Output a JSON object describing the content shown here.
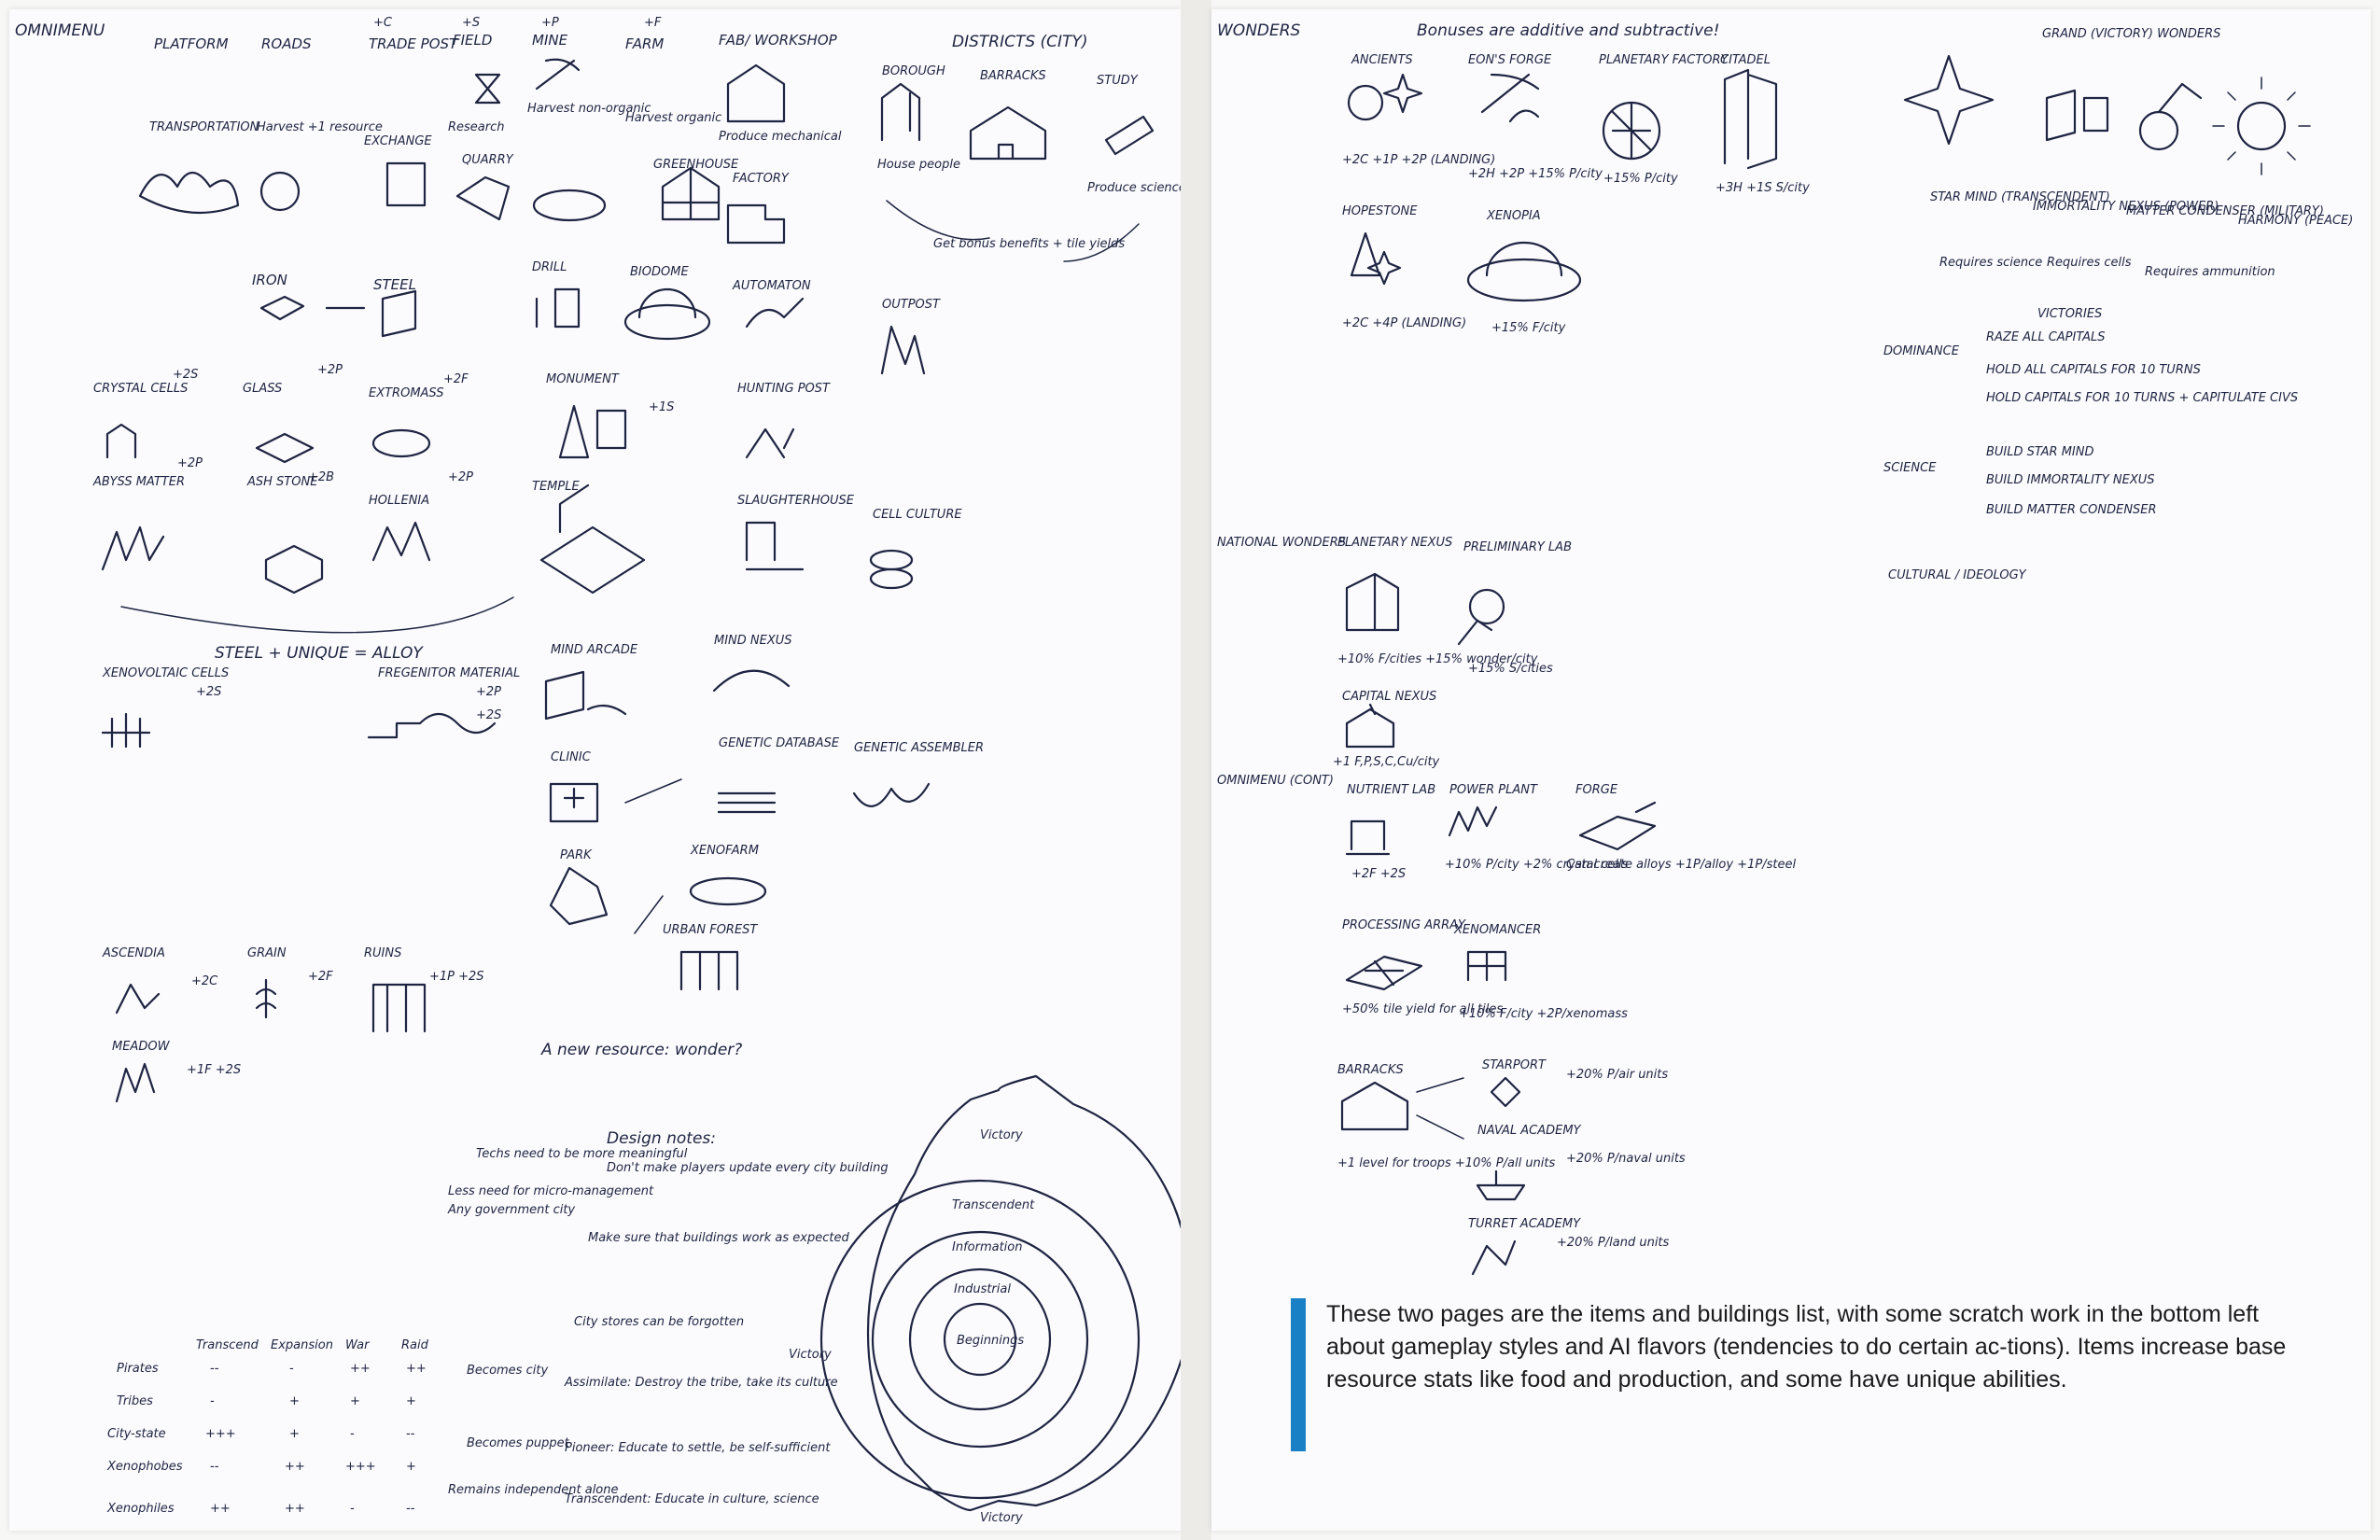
{
  "caption": {
    "text": "These two pages are the items and buildings list, with some scratch work in the bottom left about gameplay styles and AI flavors (tendencies to do certain ac-tions). Items increase base resource stats like food and production, and some have unique abilities.",
    "accent_color": "#1a80c6"
  },
  "left_page": {
    "omnimenu_title": "OMNIMENU",
    "top_row": [
      "PLATFORM",
      "ROADS",
      "TRADE POST",
      "FIELD",
      "MINE",
      "FARM",
      "FAB/ WORKSHOP"
    ],
    "top_row_bonuses": [
      "",
      "",
      "+C",
      "+S",
      "+P",
      "+F",
      ""
    ],
    "top_notes": [
      "TRANSPORTATION",
      "Harvest +1 resource",
      "EXCHANGE",
      "Research",
      "Harvest non-organic",
      "Harvest organic",
      "Produce mechanical"
    ],
    "second_row": [
      "QUARRY",
      "GREENHOUSE",
      "FACTORY"
    ],
    "iron_chain": [
      "IRON",
      "STEEL",
      "DRILL",
      "BIODOME",
      "AUTOMATON"
    ],
    "districts_title": "DISTRICTS (CITY)",
    "districts": [
      "BOROUGH",
      "BARRACKS",
      "STUDY"
    ],
    "district_notes": [
      "House people",
      "Produce science",
      "Get bonus benefits + tile yields"
    ],
    "outpost": "OUTPOST",
    "materials": [
      "CRYSTAL CELLS",
      "GLASS",
      "EXTROMASS",
      "MONUMENT",
      "ABYSS MATTER",
      "ASH STONE",
      "HOLLENIA",
      "TEMPLE",
      "SLAUGHTERHOUSE",
      "CELL CULTURE",
      "HUNTING POST"
    ],
    "material_bonuses": [
      "+2S",
      "+2P",
      "+2F",
      "+1S",
      "+2P",
      "+2B",
      "+2P"
    ],
    "alloy_title": "STEEL + UNIQUE = ALLOY",
    "alloys": [
      "XENOVOLTAIC CELLS",
      "FREGENITOR MATERIAL",
      "MIND ARCADE",
      "MIND NEXUS",
      "CLINIC",
      "GENETIC DATABASE",
      "GENETIC ASSEMBLER",
      "PARK",
      "XENOFARM",
      "URBAN FOREST"
    ],
    "alloy_bonuses": [
      "+2S",
      "+2P",
      "+2S"
    ],
    "plants": [
      "ASCENDIA",
      "GRAIN",
      "RUINS",
      "MEADOW"
    ],
    "plant_bonuses": [
      "+2C",
      "+2F",
      "+1P +2S",
      "+1F +2S"
    ],
    "new_resource": "A new resource: wonder?",
    "design_notes_title": "Design notes:",
    "design_notes": [
      "Techs need to be more meaningful",
      "Don't make players update every city building",
      "Less need for micro-management",
      "Any government city",
      "Make sure that buildings work as expected",
      "City stores can be forgotten",
      "Assimilate: Destroy the tribe, take its culture",
      "Pioneer: Educate to settle, be self-sufficient",
      "Transcendent: Educate in culture, science"
    ],
    "ai_table_headers": [
      "",
      "Transcend",
      "Expansion",
      "War",
      "Raid"
    ],
    "ai_table_rows": [
      [
        "Pirates",
        "--",
        "-",
        "++",
        "++"
      ],
      [
        "Tribes",
        "-",
        "+",
        "+",
        "+"
      ],
      [
        "City-state",
        "+++",
        "+",
        "-",
        "--"
      ],
      [
        "Xenophobes",
        "--",
        "++",
        "+++",
        "+"
      ],
      [
        "Xenophiles",
        "++",
        "++",
        "-",
        "--"
      ]
    ],
    "ai_table_notes": [
      "Becomes city",
      "Becomes puppet",
      "Remains independent alone"
    ],
    "circle_labels": [
      "Victory",
      "Transcendent",
      "Information",
      "Industrial",
      "Beginnings",
      "Victory",
      "Victory"
    ]
  },
  "right_page": {
    "wonders_title": "WONDERS",
    "bonus_note": "Bonuses are additive and subtractive!",
    "wonders": [
      "ANCIENTS",
      "EON'S FORGE",
      "PLANETARY FACTORY",
      "CITADEL",
      "HOPESTONE",
      "XENOPIA"
    ],
    "wonder_bonuses": [
      "+2C +1P +2P (LANDING)",
      "+2H +2P +15% P/city",
      "+15% P/city",
      "+3H +1S S/city",
      "+2C +4P (LANDING)",
      "+15% F/city"
    ],
    "grand_title": "GRAND (VICTORY) WONDERS",
    "grand_wonders": [
      "STAR MIND (TRANSCENDENT)",
      "IMMORTALITY NEXUS (POWER)",
      "MATTER CONDENSER (MILITARY)",
      "HARMONY (PEACE)"
    ],
    "grand_notes": [
      "Requires science",
      "Requires cells",
      "Requires ammunition"
    ],
    "victories_title": "VICTORIES",
    "dominance_label": "DOMINANCE",
    "dominance": [
      "RAZE ALL CAPITALS",
      "HOLD ALL CAPITALS FOR 10 TURNS",
      "HOLD CAPITALS FOR 10 TURNS + CAPITULATE CIVS"
    ],
    "science_label": "SCIENCE",
    "science": [
      "BUILD STAR MIND",
      "BUILD IMMORTALITY NEXUS",
      "BUILD MATTER CONDENSER"
    ],
    "cultural_label": "CULTURAL / IDEOLOGY",
    "national_title": "NATIONAL WONDERS",
    "national": [
      "PLANETARY NEXUS",
      "PRELIMINARY LAB",
      "CAPITAL NEXUS"
    ],
    "national_bonuses": [
      "+10% F/cities +15% wonder/city",
      "+15% S/cities",
      "+1 F,P,S,C,Cu/city"
    ],
    "omnimenu_cont": "OMNIMENU (CONT)",
    "buildings": [
      "NUTRIENT LAB",
      "POWER PLANT",
      "FORGE",
      "PROCESSING ARRAY",
      "XENOMANCER",
      "BARRACKS",
      "STARPORT",
      "NAVAL ACADEMY",
      "TURRET ACADEMY"
    ],
    "building_bonuses": [
      "+2F +2S",
      "+10% P/city +2% crystal cells",
      "Can create alloys +1P/alloy +1P/steel",
      "+50% tile yield for all tiles",
      "+10% F/city +2P/xenomass",
      "+1 level for troops +10% P/all units",
      "+20% P/air units",
      "+20% P/naval units",
      "+20% P/land units"
    ]
  }
}
